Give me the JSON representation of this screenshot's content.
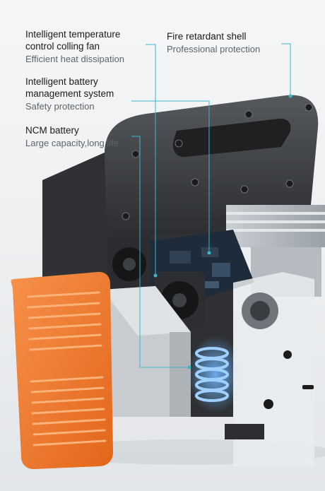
{
  "callouts": {
    "fan": {
      "title_line1": "Intelligent temperature",
      "title_line2": "control colling fan",
      "subtitle": "Efficient heat dissipation"
    },
    "shell": {
      "title": "Fire retardant shell",
      "subtitle": "Professional protection"
    },
    "bms": {
      "title_line1": "Intelligent battery",
      "title_line2": "management system",
      "subtitle": "Safety protection"
    },
    "ncm": {
      "title": "NCM battery",
      "subtitle": "Large capacity,long life"
    }
  },
  "colors": {
    "leader_line": "#3fb6c8",
    "shell": "#3b3d40",
    "filter_panel": "#f07a22",
    "board": "#1d2b3a",
    "coil_glow": "#4ea3ff"
  }
}
